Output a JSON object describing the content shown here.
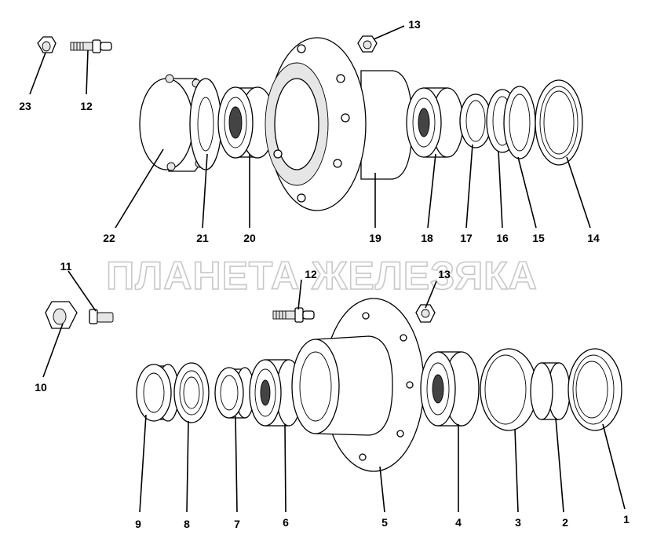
{
  "watermark": "ПЛАНЕТА ЖЕЛЕЗЯКА",
  "callouts": [
    {
      "id": "1",
      "text": "1"
    },
    {
      "id": "2",
      "text": "2"
    },
    {
      "id": "3",
      "text": "3"
    },
    {
      "id": "4",
      "text": "4"
    },
    {
      "id": "5",
      "text": "5"
    },
    {
      "id": "6",
      "text": "6"
    },
    {
      "id": "7",
      "text": "7"
    },
    {
      "id": "8",
      "text": "8"
    },
    {
      "id": "9",
      "text": "9"
    },
    {
      "id": "10",
      "text": "10"
    },
    {
      "id": "11",
      "text": "11"
    },
    {
      "id": "12b",
      "text": "12"
    },
    {
      "id": "13b",
      "text": "13"
    },
    {
      "id": "12a",
      "text": "12"
    },
    {
      "id": "13a",
      "text": "13"
    },
    {
      "id": "14",
      "text": "14"
    },
    {
      "id": "15",
      "text": "15"
    },
    {
      "id": "16",
      "text": "16"
    },
    {
      "id": "17",
      "text": "17"
    },
    {
      "id": "18",
      "text": "18"
    },
    {
      "id": "19",
      "text": "19"
    },
    {
      "id": "20",
      "text": "20"
    },
    {
      "id": "21",
      "text": "21"
    },
    {
      "id": "22",
      "text": "22"
    },
    {
      "id": "23",
      "text": "23"
    }
  ]
}
